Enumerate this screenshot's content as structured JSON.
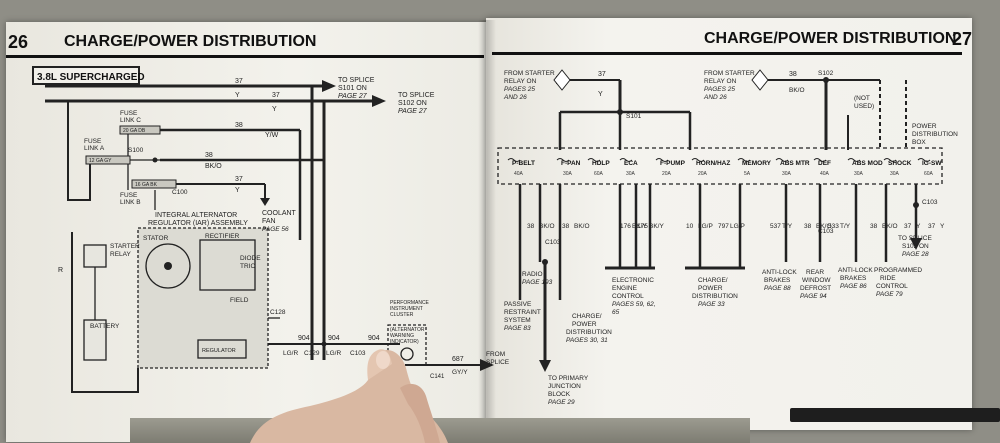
{
  "left_page": {
    "page_number": "26",
    "title": "CHARGE/POWER DISTRIBUTION",
    "section_label": "3.8L SUPERCHARGED",
    "to_splice_s101": "TO SPLICE",
    "to_splice_s101_b": "S101 ON",
    "to_splice_s101_c": "PAGE 27",
    "to_splice_s102": "TO SPLICE",
    "to_splice_s102_b": "S102 ON",
    "to_splice_s102_c": "PAGE 27",
    "fuse_link_c": "FUSE",
    "fuse_link_c_b": "LINK C",
    "fuse_link_c_gauge": "20 GA DB",
    "fuse_link_a": "FUSE",
    "fuse_link_a_b": "LINK A",
    "fuse_link_a_gauge": "12 GA GY",
    "fuse_link_b": "FUSE",
    "fuse_link_b_b": "LINK B",
    "fuse_link_b_gauge": "16 GA BK",
    "s100": "S100",
    "c100": "C100",
    "w38_bko": "BK/O",
    "w38_yw": "Y/W",
    "w37_y": "Y",
    "coolant_fan": "COOLANT",
    "coolant_fan_b": "FAN",
    "coolant_fan_page": "PAGE 56",
    "alternator_title": "INTEGRAL ALTERNATOR",
    "alternator_title_b": "REGULATOR (IAR) ASSEMBLY",
    "stator": "STATOR",
    "rectifier": "RECTIFIER",
    "diode_trio": "DIODE",
    "diode_trio_b": "TRIO",
    "field": "FIELD",
    "regulator": "REGULATOR",
    "starter_relay": "STARTER",
    "starter_relay_b": "RELAY",
    "battery": "BATTERY",
    "c128": "C128",
    "c129": "C129",
    "c103": "C103",
    "c141": "C141",
    "w904_lgr": "LG/R",
    "w687_gyy": "GY/Y",
    "w904": "904",
    "w687": "687",
    "w37": "37",
    "w38": "38",
    "cluster": "PERFORMANCE",
    "cluster_b": "INSTRUMENT",
    "cluster_c": "CLUSTER",
    "cluster_d": "(ALTERNATOR",
    "cluster_e": "WARNING",
    "cluster_f": "INDICATOR)",
    "from_splice": "FROM",
    "from_splice_b": "SPLICE",
    "wire_r": "R"
  },
  "right_page": {
    "page_number": "27",
    "title": "CHARGE/POWER DISTRIBUTION",
    "from_starter_left": "FROM STARTER",
    "from_starter_left_b": "RELAY ON",
    "from_starter_left_c": "PAGES 25",
    "from_starter_left_d": "AND 26",
    "from_starter_right": "FROM STARTER",
    "from_starter_right_b": "RELAY ON",
    "from_starter_right_c": "PAGES 25",
    "from_starter_right_d": "AND 26",
    "s101": "S101",
    "s102": "S102",
    "not_used": "(NOT",
    "not_used_b": "USED)",
    "power_dist_box": "POWER",
    "power_dist_box_b": "DISTRIBUTION",
    "power_dist_box_c": "BOX",
    "fuses": [
      {
        "name": "P-BELT",
        "amps": "40A"
      },
      {
        "name": "F-PAN",
        "amps": "30A"
      },
      {
        "name": "HDLP",
        "amps": "60A"
      },
      {
        "name": "ECA",
        "amps": "30A"
      },
      {
        "name": "F-PUMP",
        "amps": "20A"
      },
      {
        "name": "HORN/HAZ",
        "amps": "20A"
      },
      {
        "name": "MEMORY",
        "amps": "5A"
      },
      {
        "name": "ABS MTR",
        "amps": "30A"
      },
      {
        "name": "DEF",
        "amps": "40A"
      },
      {
        "name": "ABS MOD",
        "amps": "30A"
      },
      {
        "name": "SHOCK",
        "amps": "30A"
      },
      {
        "name": "IG-SW",
        "amps": "60A"
      }
    ],
    "wire_nums": [
      "38",
      "38",
      "176",
      "175",
      "10",
      "797",
      "537",
      "38",
      "533",
      "38",
      "37",
      "37"
    ],
    "wire_colors": [
      "BK/O",
      "BK/O",
      "BK/Y",
      "BK/Y",
      "LG/P",
      "LG/P",
      "T/Y",
      "BK/O",
      "T/Y",
      "BK/O",
      "Y",
      "Y"
    ],
    "c103": "C103",
    "radio": "RADIO",
    "radio_page": "PAGE 193",
    "passive_restraint": "PASSIVE",
    "passive_restraint_b": "RESTRAINT",
    "passive_restraint_c": "SYSTEM",
    "passive_restraint_d": "PAGE 83",
    "charge_power_left": "CHARGE/",
    "charge_power_left_b": "POWER",
    "charge_power_left_c": "DISTRIBUTION",
    "charge_power_left_d": "PAGES 30, 31",
    "to_primary": "TO PRIMARY",
    "to_primary_b": "JUNCTION",
    "to_primary_c": "BLOCK",
    "to_primary_d": "PAGE 29",
    "eec": "ELECTRONIC",
    "eec_b": "ENGINE",
    "eec_c": "CONTROL",
    "eec_d": "PAGES 59, 62,",
    "eec_e": "65",
    "charge_power_mid": "CHARGE/",
    "charge_power_mid_b": "POWER",
    "charge_power_mid_c": "DISTRIBUTION",
    "charge_power_mid_d": "PAGE 33",
    "antilock1": "ANTI-LOCK",
    "antilock1_b": "BRAKES",
    "antilock1_c": "PAGE 88",
    "rear_defrost": "REAR",
    "rear_defrost_b": "WINDOW",
    "rear_defrost_c": "DEFROST",
    "rear_defrost_d": "PAGE 94",
    "antilock2": "ANTI-LOCK",
    "antilock2_b": "BRAKES",
    "antilock2_c": "PAGE 86",
    "programmed_ride": "PROGRAMMED",
    "programmed_ride_b": "RIDE",
    "programmed_ride_c": "CONTROL",
    "programmed_ride_d": "PAGE 79",
    "to_splice": "TO SPLICE",
    "to_splice_b": "S102 ON",
    "to_splice_c": "PAGE 28",
    "c103b": "C103",
    "w37": "37",
    "w38": "38",
    "wy": "Y",
    "wbko": "BK/O"
  }
}
